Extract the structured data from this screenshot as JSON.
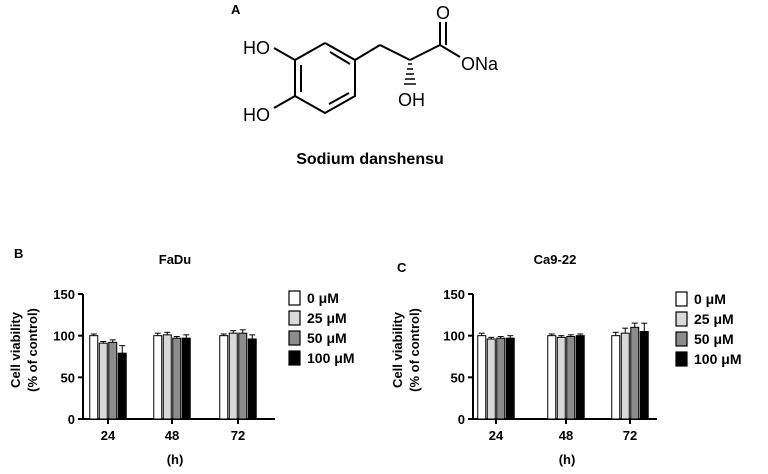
{
  "panel_a": {
    "letter": "A",
    "compound_name": "Sodium danshensu",
    "atom_labels": {
      "ho_top": "HO",
      "ho_bottom": "HO",
      "oxygen": "O",
      "ona": "ONa",
      "oh": "OH"
    }
  },
  "colors": {
    "0uM": "#ffffff",
    "25uM": "#d9d9d9",
    "50uM": "#8c8c8c",
    "100uM": "#000000"
  },
  "chart_data": [
    {
      "type": "bar",
      "panel_letter": "B",
      "title": "FaDu",
      "categories": [
        "24",
        "48",
        "72"
      ],
      "xlabel": "(h)",
      "ylabel_line1": "Cell viability",
      "ylabel_line2": "(% of control)",
      "ylim": [
        0,
        150
      ],
      "yticks": [
        "0",
        "50",
        "100",
        "150"
      ],
      "legend_position": "right",
      "series": [
        {
          "name": "0 μM",
          "values": [
            100,
            100,
            100
          ],
          "errors": [
            2,
            3,
            2
          ]
        },
        {
          "name": "25 μM",
          "values": [
            91,
            101,
            103
          ],
          "errors": [
            2,
            3,
            3
          ]
        },
        {
          "name": "50 μM",
          "values": [
            92,
            97,
            103
          ],
          "errors": [
            3,
            2,
            4
          ]
        },
        {
          "name": "100 μM",
          "values": [
            79,
            97,
            96
          ],
          "errors": [
            9,
            4,
            5
          ]
        }
      ]
    },
    {
      "type": "bar",
      "panel_letter": "C",
      "title": "Ca9-22",
      "categories": [
        "24",
        "48",
        "72"
      ],
      "xlabel": "(h)",
      "ylabel_line1": "Cell viability",
      "ylabel_line2": "(% of control)",
      "ylim": [
        0,
        150
      ],
      "yticks": [
        "0",
        "50",
        "100",
        "150"
      ],
      "legend_position": "right",
      "series": [
        {
          "name": "0 μM",
          "values": [
            100,
            100,
            100
          ],
          "errors": [
            3,
            2,
            4
          ]
        },
        {
          "name": "25 μM",
          "values": [
            96,
            98,
            103
          ],
          "errors": [
            2,
            2,
            6
          ]
        },
        {
          "name": "50 μM",
          "values": [
            97,
            99,
            110
          ],
          "errors": [
            2,
            2,
            5
          ]
        },
        {
          "name": "100 μM",
          "values": [
            97,
            100,
            105
          ],
          "errors": [
            3,
            2,
            10
          ]
        }
      ]
    }
  ]
}
